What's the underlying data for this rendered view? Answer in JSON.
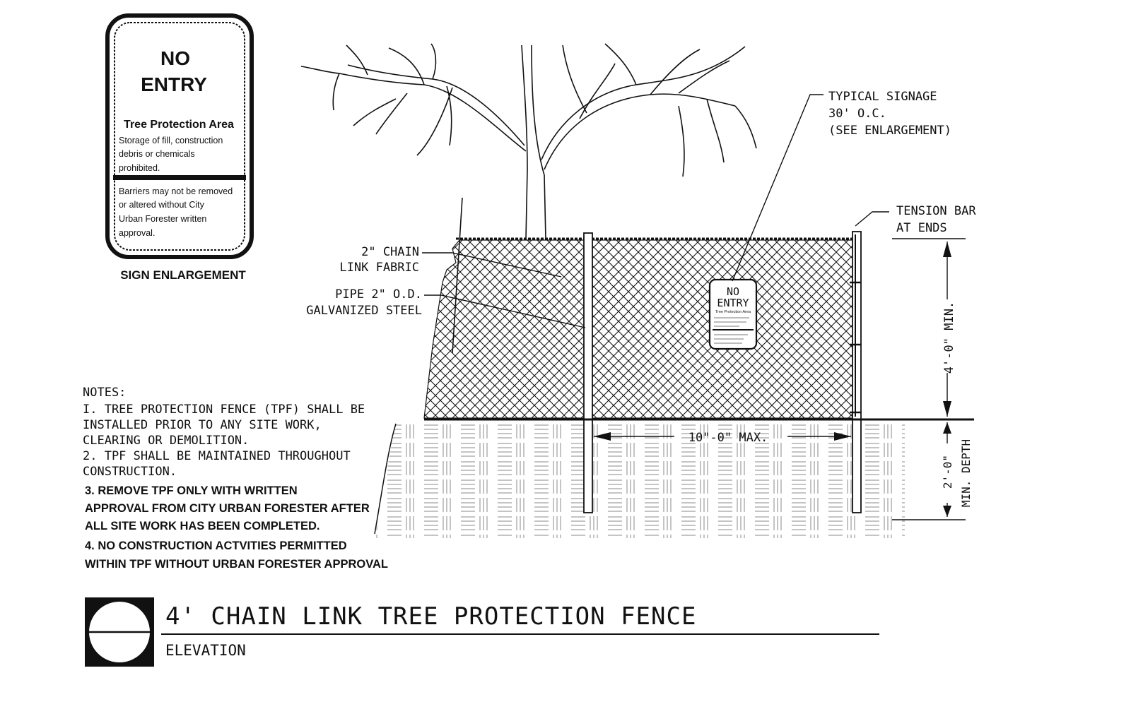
{
  "sign_enlargement": {
    "line1": "NO",
    "line2": "ENTRY",
    "subtitle": "Tree Protection Area",
    "text_a": [
      "Storage of fill, construction",
      "debris or chemicals",
      "prohibited."
    ],
    "text_b": [
      "Barriers may not be removed",
      "or altered without City",
      "Urban Forester written",
      "approval."
    ],
    "caption": "SIGN ENLARGEMENT"
  },
  "small_sign": {
    "line1": "NO",
    "line2": "ENTRY",
    "subtitle": "Tree Protection Area"
  },
  "callouts": {
    "signage": [
      "TYPICAL SIGNAGE",
      "30' O.C.",
      "(SEE ENLARGEMENT)"
    ],
    "tension_bar": [
      "TENSION BAR",
      "AT ENDS"
    ],
    "chain_link": [
      "2\" CHAIN",
      "LINK FABRIC"
    ],
    "pipe": [
      "PIPE 2\" O.D.",
      "GALVANIZED STEEL"
    ]
  },
  "dimensions": {
    "post_spacing": "10\"-0\" MAX.",
    "height": "4'-0\" MIN.",
    "depth": [
      "2'-0\"",
      "MIN. DEPTH"
    ]
  },
  "notes": {
    "heading": "NOTES:",
    "lines_cad": [
      "I.  TREE PROTECTION FENCE (TPF) SHALL BE",
      "INSTALLED PRIOR TO ANY SITE WORK,",
      "CLEARING OR DEMOLITION.",
      "2.  TPF SHALL BE MAINTAINED THROUGHOUT",
      "CONSTRUCTION."
    ],
    "lines_bold": [
      "3.   REMOVE TPF ONLY WITH WRITTEN",
      "APPROVAL FROM CITY URBAN FORESTER AFTER",
      "ALL SITE WORK HAS BEEN COMPLETED.",
      "4.    NO CONSTRUCTION ACTVITIES PERMITTED",
      "WITHIN TPF WITHOUT URBAN FORESTER APPROVAL"
    ]
  },
  "title_block": {
    "title": "4' CHAIN LINK TREE PROTECTION FENCE",
    "subtitle": "ELEVATION"
  }
}
